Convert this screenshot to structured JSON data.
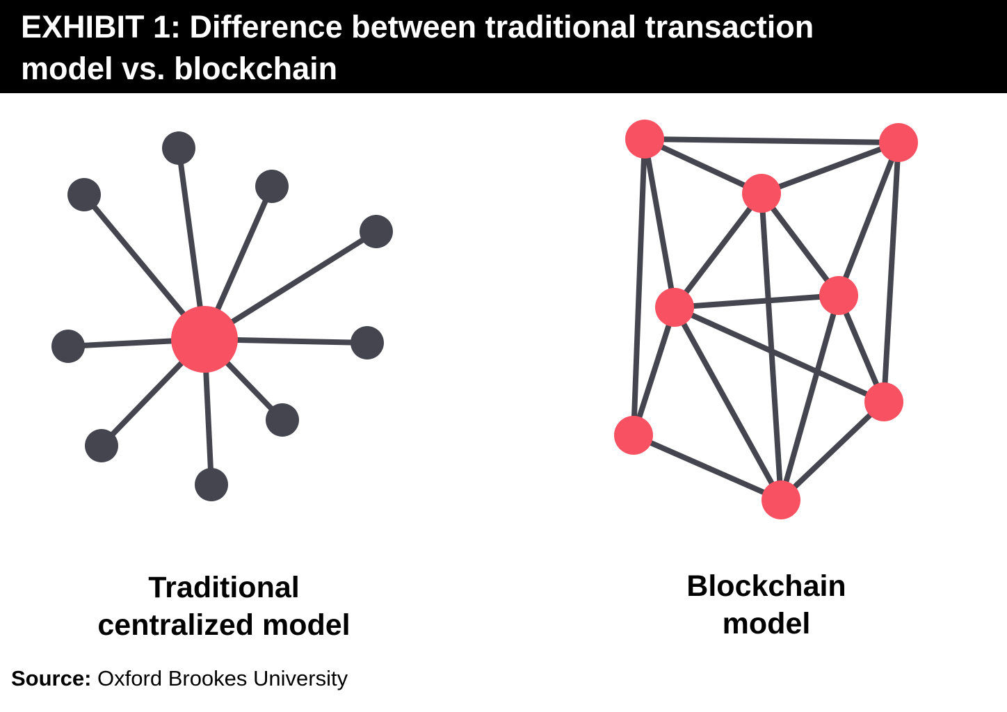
{
  "header": {
    "line1": "EXHIBIT 1: Difference between traditional transaction",
    "line2": "model vs. blockchain"
  },
  "captions": {
    "centralized": [
      "Traditional",
      "centralized model"
    ],
    "blockchain": [
      "Blockchain",
      "model"
    ]
  },
  "source": {
    "label": "Source:",
    "text": "Oxford Brookes University"
  },
  "colors": {
    "hub": "#f85262",
    "peer": "#f85262",
    "leaf": "#45454f",
    "edge": "#45454f",
    "header_bg": "#000000",
    "header_text": "#ffffff"
  },
  "diagrams": {
    "centralized": {
      "hub": "hub",
      "leaves": [
        "n1",
        "n2",
        "n3",
        "n4",
        "n5",
        "n6",
        "n7",
        "n8",
        "n9",
        "n10"
      ]
    },
    "blockchain": {
      "nodes": [
        "A",
        "B",
        "C",
        "D",
        "E",
        "F",
        "G",
        "H"
      ],
      "edges": [
        [
          "A",
          "B"
        ],
        [
          "A",
          "C"
        ],
        [
          "A",
          "D"
        ],
        [
          "A",
          "F"
        ],
        [
          "B",
          "C"
        ],
        [
          "B",
          "E"
        ],
        [
          "B",
          "G"
        ],
        [
          "C",
          "D"
        ],
        [
          "C",
          "E"
        ],
        [
          "C",
          "H"
        ],
        [
          "D",
          "E"
        ],
        [
          "D",
          "F"
        ],
        [
          "D",
          "G"
        ],
        [
          "D",
          "H"
        ],
        [
          "E",
          "G"
        ],
        [
          "E",
          "H"
        ],
        [
          "F",
          "H"
        ],
        [
          "G",
          "H"
        ]
      ]
    }
  }
}
